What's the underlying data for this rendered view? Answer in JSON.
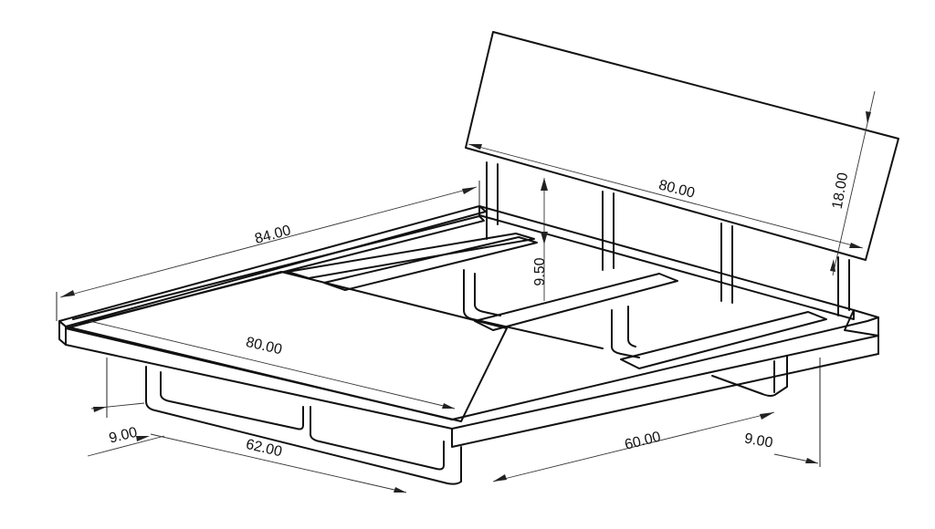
{
  "drawing": {
    "dimensions": {
      "overall_length": "84.00",
      "mattress_width": "80.00",
      "headboard_width": "80.00",
      "headboard_height": "18.00",
      "headboard_clearance": "9.50",
      "frame_inset_left": "9.00",
      "frame_inset_right": "9.00",
      "base_depth": "62.00",
      "base_width": "60.00"
    },
    "colors": {
      "line": "#111111",
      "dimension": "#333333",
      "background": "#ffffff"
    }
  }
}
